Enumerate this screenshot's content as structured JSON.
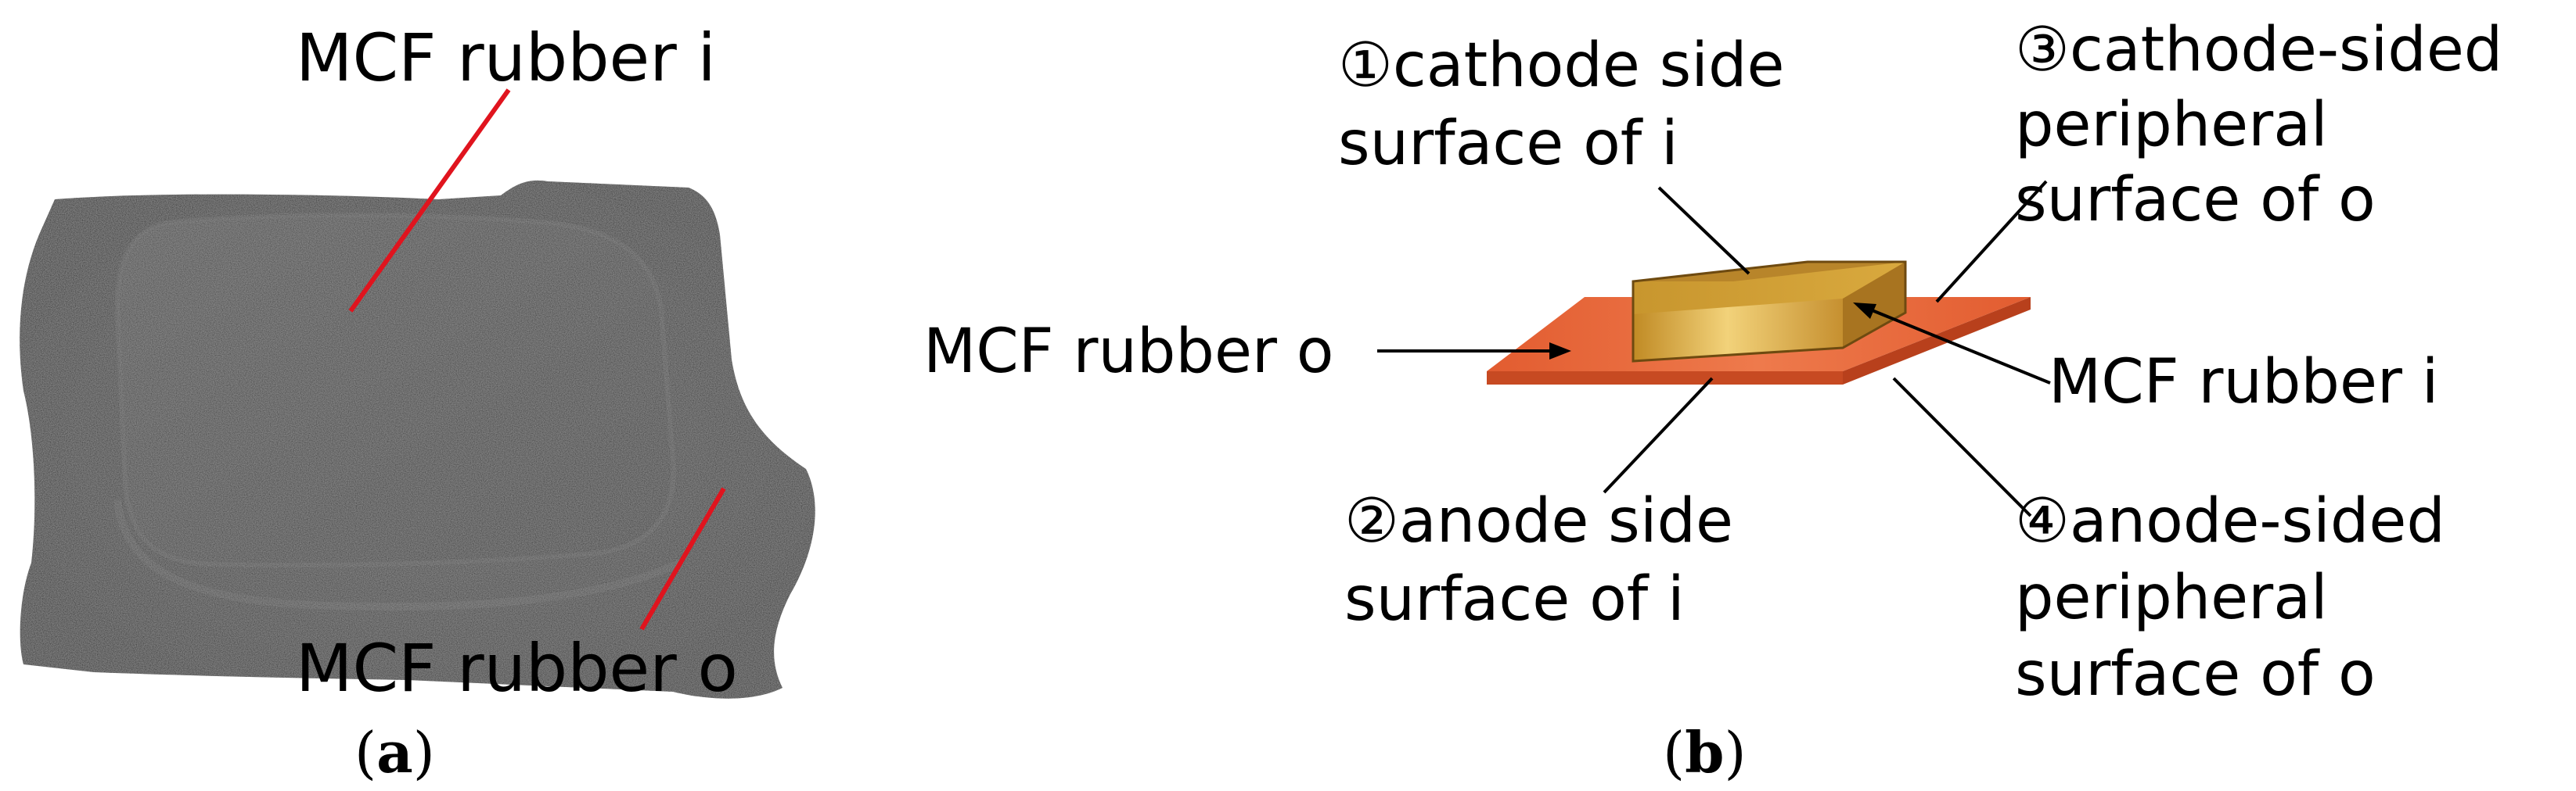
{
  "panel_a": {
    "label_inner": "MCF rubber i",
    "label_outer": "MCF rubber o",
    "caption_open": "(",
    "caption_letter": "a",
    "caption_close": ")"
  },
  "panel_b": {
    "label_1_line1": "①cathode side",
    "label_1_line2": "surface of i",
    "label_2_line1": "②anode side",
    "label_2_line2": "surface of i",
    "label_3_line1": "③cathode-sided",
    "label_3_line2": "peripheral",
    "label_3_line3": "surface of o",
    "label_4_line1": "④anode-sided",
    "label_4_line2": "peripheral",
    "label_4_line3": "surface of o",
    "label_rubber_o": "MCF rubber o",
    "label_rubber_i": "MCF rubber i",
    "caption_open": "(",
    "caption_letter": "b",
    "caption_close": ")"
  },
  "colors": {
    "leader_red": "#e0141e",
    "sheet_orange": "#e8643a",
    "block_gold": "#d9a53a",
    "rubber_black": "#2a2a2a"
  }
}
